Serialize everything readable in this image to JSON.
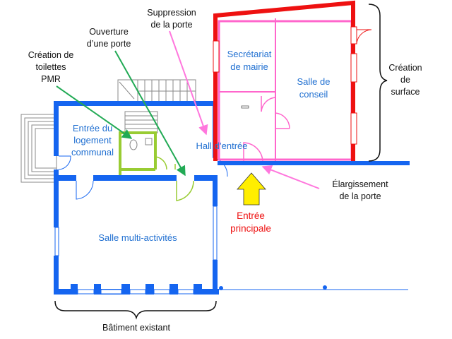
{
  "annotations": {
    "suppression_line1": "Suppression",
    "suppression_line2": "de la porte",
    "ouverture_line1": "Ouverture",
    "ouverture_line2": "d’une porte",
    "toilettes_line1": "Création de",
    "toilettes_line2": "toilettes",
    "toilettes_line3": "PMR",
    "surface_line1": "Création",
    "surface_line2": "de",
    "surface_line3": "surface",
    "elargissement_line1": "Élargissement",
    "elargissement_line2": "de la porte",
    "batiment_existant": "Bâtiment existant"
  },
  "rooms": {
    "secretariat_line1": "Secrétariat",
    "secretariat_line2": "de mairie",
    "salle_conseil_line1": "Salle de",
    "salle_conseil_line2": "conseil",
    "entree_logement_line1": "Entrée du",
    "entree_logement_line2": "logement",
    "entree_logement_line3": "communal",
    "hall": "Hall d’entrée",
    "salle_multi": "Salle multi-activités"
  },
  "entrance": {
    "line1": "Entrée",
    "line2": "principale"
  },
  "colors": {
    "existing_wall": "#1565f0",
    "new_extension_wall": "#ee1111",
    "new_partition": "#ff66cc",
    "pmr_toilet": "#99cc33",
    "arrow_green": "#22aa55",
    "arrow_pink": "#ff77dd",
    "entrance_arrow": "#ffee00",
    "room_label": "#1f6fd1",
    "entrance_label": "#ee1111"
  }
}
